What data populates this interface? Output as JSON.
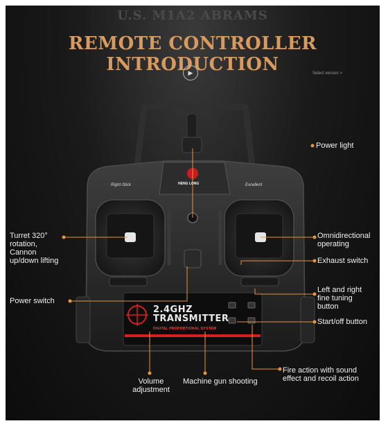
{
  "header": {
    "product_title": "U.S. M1A2 ABRAMS",
    "main_title": "REMOTE CONTROLLER INTRODUCTION",
    "play_icon_glyph": "▶",
    "select_hint": "Select version >"
  },
  "controller": {
    "left_handle_label": "Right-Stick",
    "right_handle_label": "Excellent",
    "brand_label": "HENG LONG",
    "pcb_title": "2.4GHZ TRANSMITTER",
    "pcb_subtitle": "DIGITAL PROPORTIONAL SYSTEM"
  },
  "callouts": {
    "power_light": "Power light",
    "turret": "Turret 320° rotation, Cannon up/down lifting",
    "omnidirectional": "Omnidirectional operating",
    "exhaust_switch": "Exhaust switch",
    "fine_tuning": "Left and right fine tuning button",
    "power_switch": "Power switch",
    "start_off": "Start/off button",
    "fire_action": "Fire action with sound effect and recoil action",
    "volume": "Volume adjustment",
    "machine_gun": "Machine gun shooting"
  },
  "colors": {
    "title_accent": "#d89a5e",
    "callout_dot": "#e8953a",
    "pcb_red": "#d42020"
  }
}
